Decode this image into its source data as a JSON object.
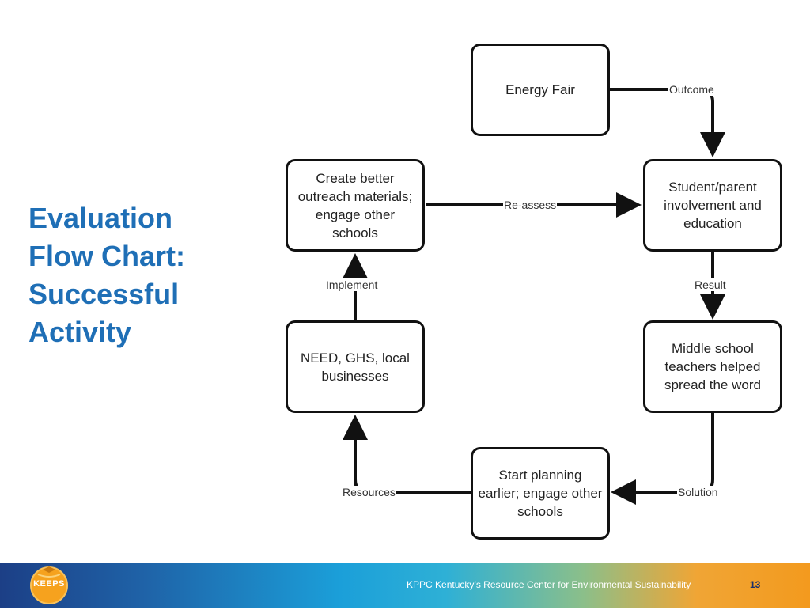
{
  "title_lines": [
    "Evaluation",
    "Flow Chart:",
    "Successful",
    "Activity"
  ],
  "nodes": {
    "energy_fair": "Energy Fair",
    "student_parent": "Student/parent involvement and education",
    "middle_school": "Middle school teachers helped spread the word",
    "start_planning": "Start planning earlier; engage other schools",
    "need_ghs": "NEED, GHS, local businesses",
    "create_better": "Create better outreach materials; engage other schools"
  },
  "edges": {
    "outcome": "Outcome",
    "result": "Result",
    "solution": "Solution",
    "resources": "Resources",
    "implement": "Implement",
    "reassess": "Re-assess"
  },
  "footer": {
    "logo_text": "KEEPS",
    "org_text": "KPPC  Kentucky’s Resource Center for Environmental Sustainability",
    "page_number": "13"
  },
  "colors": {
    "title": "#1f6fb6",
    "node_border": "#111111",
    "footer_gradient_start": "#1c3f86",
    "footer_gradient_end": "#f39a1e"
  }
}
